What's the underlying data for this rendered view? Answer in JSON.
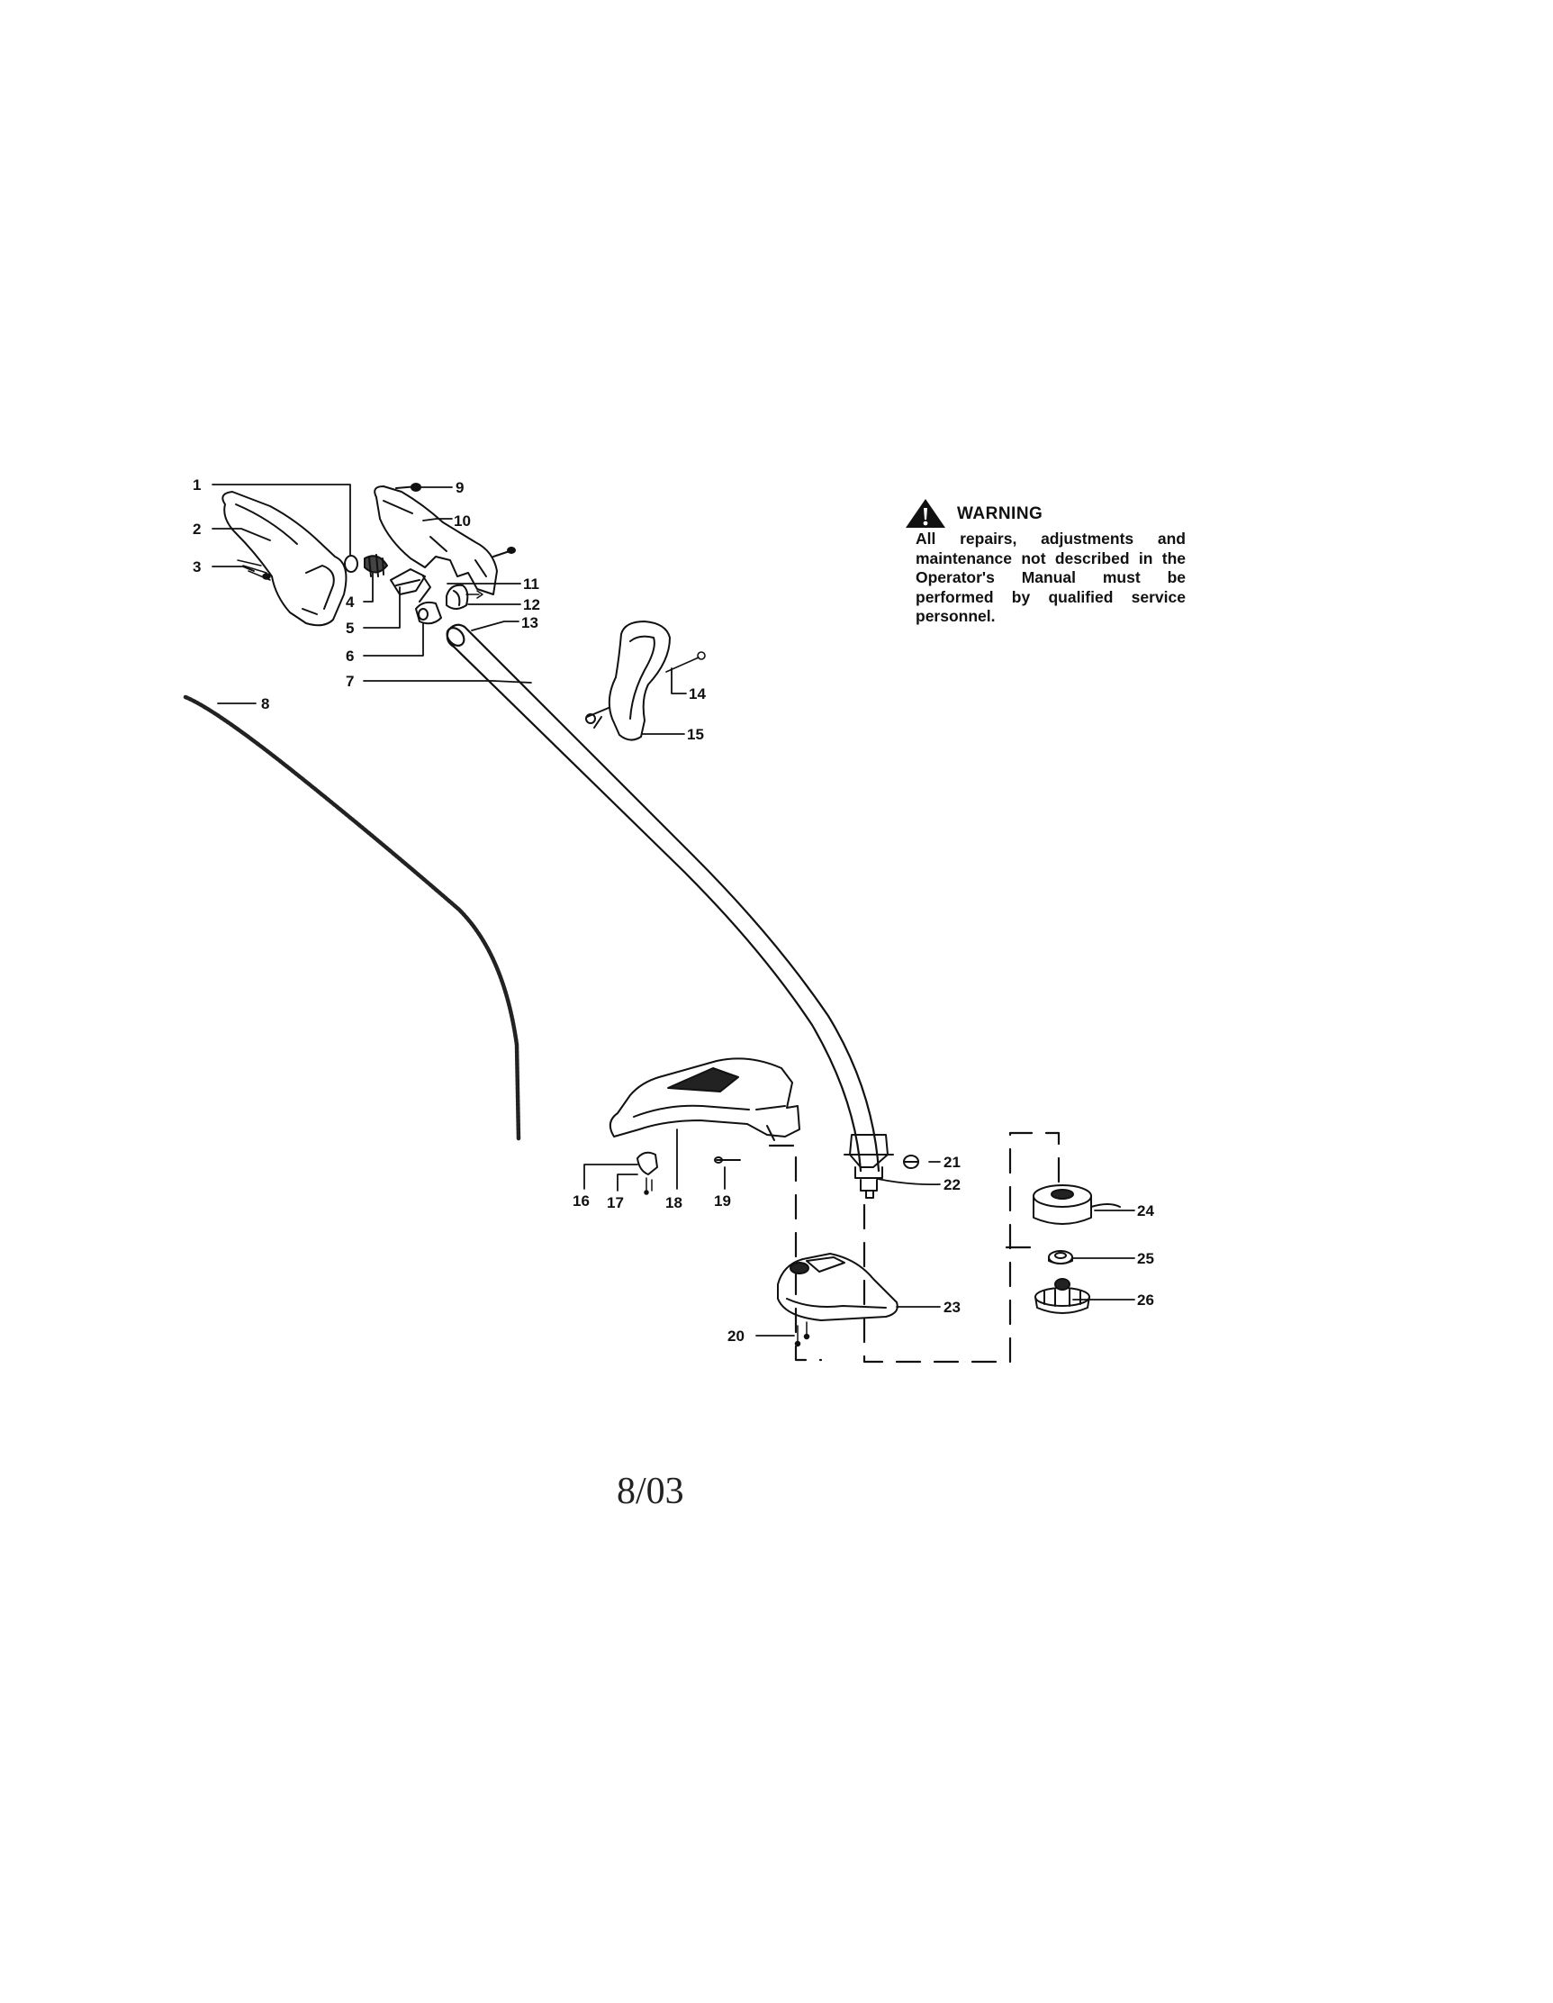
{
  "warning": {
    "title": "WARNING",
    "body": "All repairs, adjustments and maintenance not described in the Operator's Manual must be performed by qualified service personnel."
  },
  "footer": {
    "date": "8/03"
  },
  "callouts": [
    "1",
    "2",
    "3",
    "4",
    "5",
    "6",
    "7",
    "8",
    "9",
    "10",
    "11",
    "12",
    "13",
    "14",
    "15",
    "16",
    "17",
    "18",
    "19",
    "20",
    "21",
    "22",
    "23",
    "24",
    "25",
    "26"
  ]
}
